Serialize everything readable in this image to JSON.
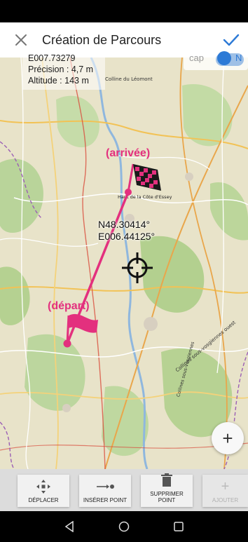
{
  "app_bar": {
    "title": "Création de Parcours",
    "close_icon": "close-icon",
    "confirm_icon": "check-icon",
    "accent": "#2d7ad6"
  },
  "map": {
    "info": {
      "partial_line": "E007.73279",
      "precision": "Précision : 4,7 m",
      "altitude": "Altitude : 143 m"
    },
    "cap_toggle": {
      "label": "cap",
      "indicator": "N"
    },
    "route": {
      "start_label": "(départ)",
      "end_label": "(arrivée)",
      "color": "#e3307e"
    },
    "center": {
      "lat": "N48.30414°",
      "lon": "E006.44125°"
    },
    "place_labels": {
      "colline": "Colline du Léomont",
      "haut": "Haut de la Côte d'Essey",
      "collines_vosgiennes": "Collines sous-vosgiennes ouest",
      "collines_vosgiennes_2": "Collines sous-vosgiennes"
    },
    "zoom_label": "+"
  },
  "toolbar": {
    "move": "DÉPLACER",
    "insert": "INSÉRER POINT",
    "delete_line1": "SUPPRIMER",
    "delete_line2": "POINT",
    "add": "AJOUTER",
    "add_icon_glyph": "+"
  }
}
